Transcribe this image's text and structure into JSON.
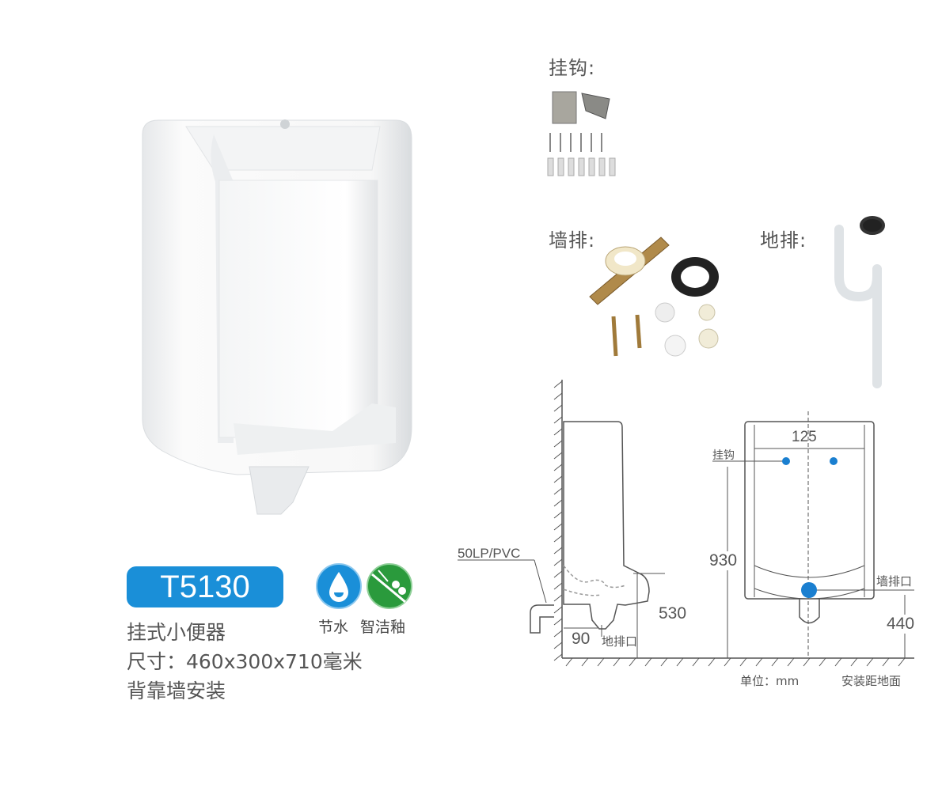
{
  "product": {
    "model": "T5130",
    "name": "挂式小便器",
    "size": "尺寸：460x300x710毫米",
    "install": "背靠墙安装"
  },
  "features": [
    {
      "label": "节水",
      "icon": "water-drop-icon",
      "color": "#1a8fd8"
    },
    {
      "label": "智洁釉",
      "icon": "glaze-icon",
      "color": "#2a9a3c"
    }
  ],
  "accessories": {
    "hook_label": "挂钩:",
    "wall_drain_label": "墙排:",
    "floor_drain_label": "地排:"
  },
  "diagram": {
    "pipe_label": "50LP/PVC",
    "side_width": "90",
    "floor_outlet": "地排口",
    "floor_height": "530",
    "hook_spacing": "125",
    "hook_label": "挂钩",
    "hook_height": "930",
    "wall_outlet": "墙排口",
    "wall_outlet_height": "440",
    "unit": "单位：mm",
    "note": "安装距地面"
  },
  "colors": {
    "accent": "#1a8fd8",
    "green": "#2a9a3c",
    "hole": "#1a7fd0"
  }
}
